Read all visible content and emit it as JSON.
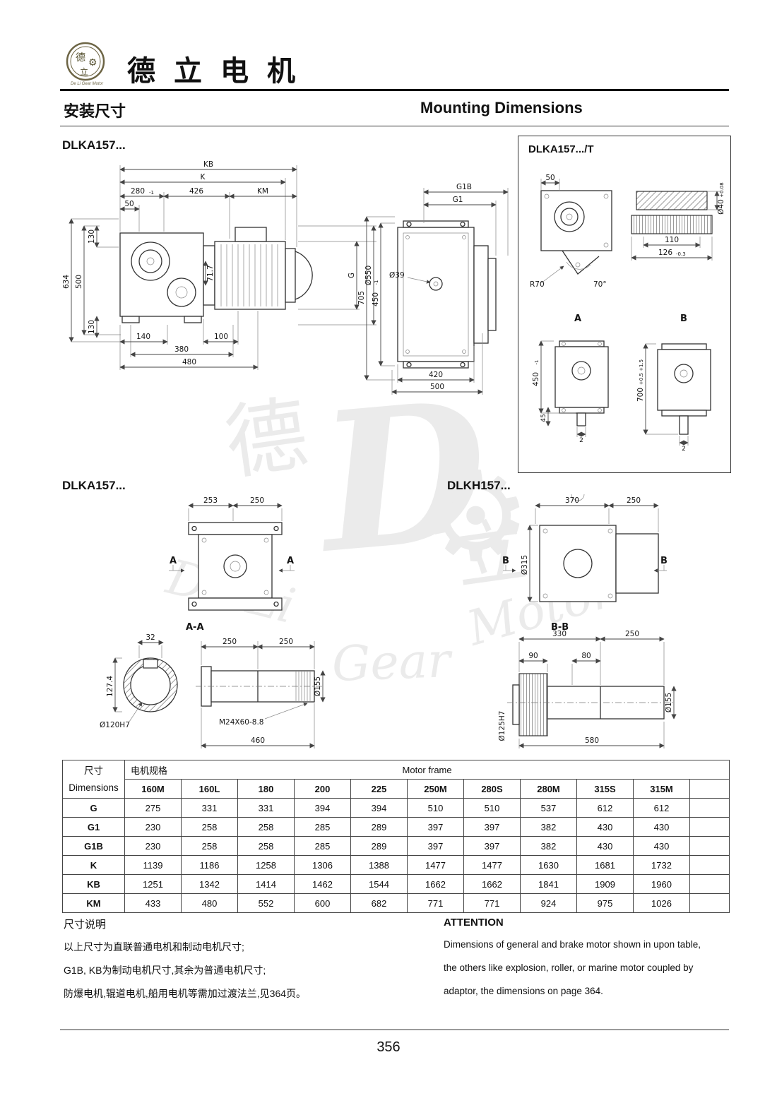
{
  "header": {
    "logo": {
      "cn_top": "德",
      "cn_bottom": "立",
      "gear_icon": "⚙",
      "en": "De Li Gear Motor"
    },
    "company_name": "德 立 电 机"
  },
  "section": {
    "title_cn": "安装尺寸",
    "title_en": "Mounting Dimensions"
  },
  "drawings": {
    "dlka_main": {
      "label": "DLKA157...",
      "dims": {
        "kb": "KB",
        "k": "K",
        "w280": "280",
        "w280_tol": "-1",
        "w426": "426",
        "km": "KM",
        "w50": "50",
        "h130_top": "130",
        "h634": "634",
        "h500": "500",
        "h71_7": "71.7",
        "g": "G",
        "d550": "Ø550",
        "h130_bottom": "130",
        "w140": "140",
        "w100": "100",
        "w380": "380",
        "w480": "480"
      }
    },
    "dlka_side": {
      "dims": {
        "g1b": "G1B",
        "g1": "G1",
        "h705": "705",
        "h450": "450",
        "h450_tol": "-1",
        "d39": "Ø39",
        "w420": "420",
        "w500": "500"
      }
    },
    "dlka_t": {
      "label": "DLKA157.../T",
      "view_a_label": "A",
      "view_b_label": "B",
      "dims": {
        "w50": "50",
        "r70": "R70",
        "a70": "70°",
        "d40": "Ø40",
        "d40_tol": "+0.08",
        "w110": "110",
        "w126": "126",
        "w126_tol": "-0.3",
        "h450": "450",
        "h450_tol": "-1",
        "h45": "45",
        "a2": "2",
        "h700": "700",
        "h700_tol": "+0.5 +1.5",
        "b2": "2"
      }
    },
    "dlka_front": {
      "label": "DLKA157...",
      "section_marker": "A",
      "dims": {
        "w253": "253",
        "w250": "250"
      }
    },
    "section_aa": {
      "label": "A-A",
      "dims": {
        "w32": "32",
        "h127_4": "127.4",
        "d120": "Ø120H7",
        "w250_1": "250",
        "w250_2": "250",
        "d155": "Ø155",
        "thread": "M24X60-8.8",
        "w460": "460"
      }
    },
    "dlkh_front": {
      "label": "DLKH157...",
      "section_marker": "B",
      "dims": {
        "w370": "370",
        "w250": "250",
        "d315": "Ø315"
      }
    },
    "section_bb": {
      "label": "B-B",
      "dims": {
        "w330": "330",
        "w250": "250",
        "w90": "90",
        "w80": "80",
        "d125": "Ø125H7",
        "d155": "Ø155",
        "w580": "580"
      }
    }
  },
  "table": {
    "col1_cn": "尺寸",
    "col1_en": "Dimensions",
    "group_cn": "电机规格",
    "group_en": "Motor frame",
    "frames": [
      "160M",
      "160L",
      "180",
      "200",
      "225",
      "250M",
      "280S",
      "280M",
      "315S",
      "315M"
    ],
    "rows": [
      {
        "name": "G",
        "values": [
          "275",
          "331",
          "331",
          "394",
          "394",
          "510",
          "510",
          "537",
          "612",
          "612"
        ]
      },
      {
        "name": "G1",
        "values": [
          "230",
          "258",
          "258",
          "285",
          "289",
          "397",
          "397",
          "382",
          "430",
          "430"
        ]
      },
      {
        "name": "G1B",
        "values": [
          "230",
          "258",
          "258",
          "285",
          "289",
          "397",
          "397",
          "382",
          "430",
          "430"
        ]
      },
      {
        "name": "K",
        "values": [
          "1139",
          "1186",
          "1258",
          "1306",
          "1388",
          "1477",
          "1477",
          "1630",
          "1681",
          "1732"
        ]
      },
      {
        "name": "KB",
        "values": [
          "1251",
          "1342",
          "1414",
          "1462",
          "1544",
          "1662",
          "1662",
          "1841",
          "1909",
          "1960"
        ]
      },
      {
        "name": "KM",
        "values": [
          "433",
          "480",
          "552",
          "600",
          "682",
          "771",
          "771",
          "924",
          "975",
          "1026"
        ]
      }
    ]
  },
  "notes": {
    "cn_title": "尺寸说明",
    "cn_lines": [
      "以上尺寸为直联普通电机和制动电机尺寸;",
      "G1B, KB为制动电机尺寸,其余为普通电机尺寸;",
      "防爆电机,辊道电机,船用电机等需加过渡法兰,见364页。"
    ],
    "en_title": "ATTENTION",
    "en_lines": [
      "Dimensions of general and brake motor shown in upon table,",
      "the others like explosion, roller, or marine motor coupled by",
      "adaptor, the dimensions on page 364."
    ]
  },
  "watermark": {
    "cn1": "德",
    "big_d": "D",
    "cn2": "立",
    "gear_icon": "⚙",
    "en_words": [
      "De Li",
      "Gear",
      "Motor"
    ]
  },
  "footer": {
    "page_number": "356"
  }
}
